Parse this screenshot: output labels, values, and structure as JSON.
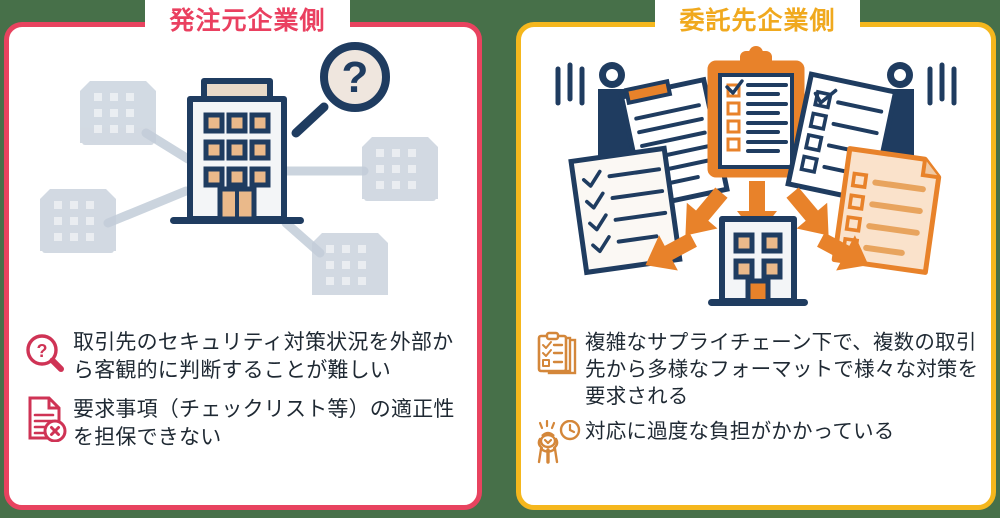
{
  "theme": {
    "background": "#477049",
    "left_accent": "#e8435f",
    "right_accent": "#f5b71d",
    "left_title_color": "#ea4060",
    "right_title_color": "#f0a91e",
    "body_text_color": "#1f2933",
    "illustration_navy": "#1f3c60",
    "illustration_orange": "#e8822a",
    "illustration_gray": "#c3cdd9"
  },
  "panels": [
    {
      "id": "client-side",
      "title": "発注元企業側",
      "illustration_name": "buildings-network-with-magnifier",
      "bullets": [
        {
          "icon": "question-magnifier-icon",
          "text": "取引先のセキュリティ対策状況を外部から客観的に判断することが難しい"
        },
        {
          "icon": "document-error-icon",
          "text": "要求事項（チェックリスト等）の適正性を担保できない"
        }
      ]
    },
    {
      "id": "supplier-side",
      "title": "委託先企業側",
      "illustration_name": "multiple-checklists-to-company",
      "bullets": [
        {
          "icon": "stacked-checklists-icon",
          "text": "複雑なサプライチェーン下で、複数の取引先から多様なフォーマットで様々な対策を要求される"
        },
        {
          "icon": "overwhelmed-person-clock-icon",
          "text": "対応に過度な負担がかかっている"
        }
      ]
    }
  ]
}
